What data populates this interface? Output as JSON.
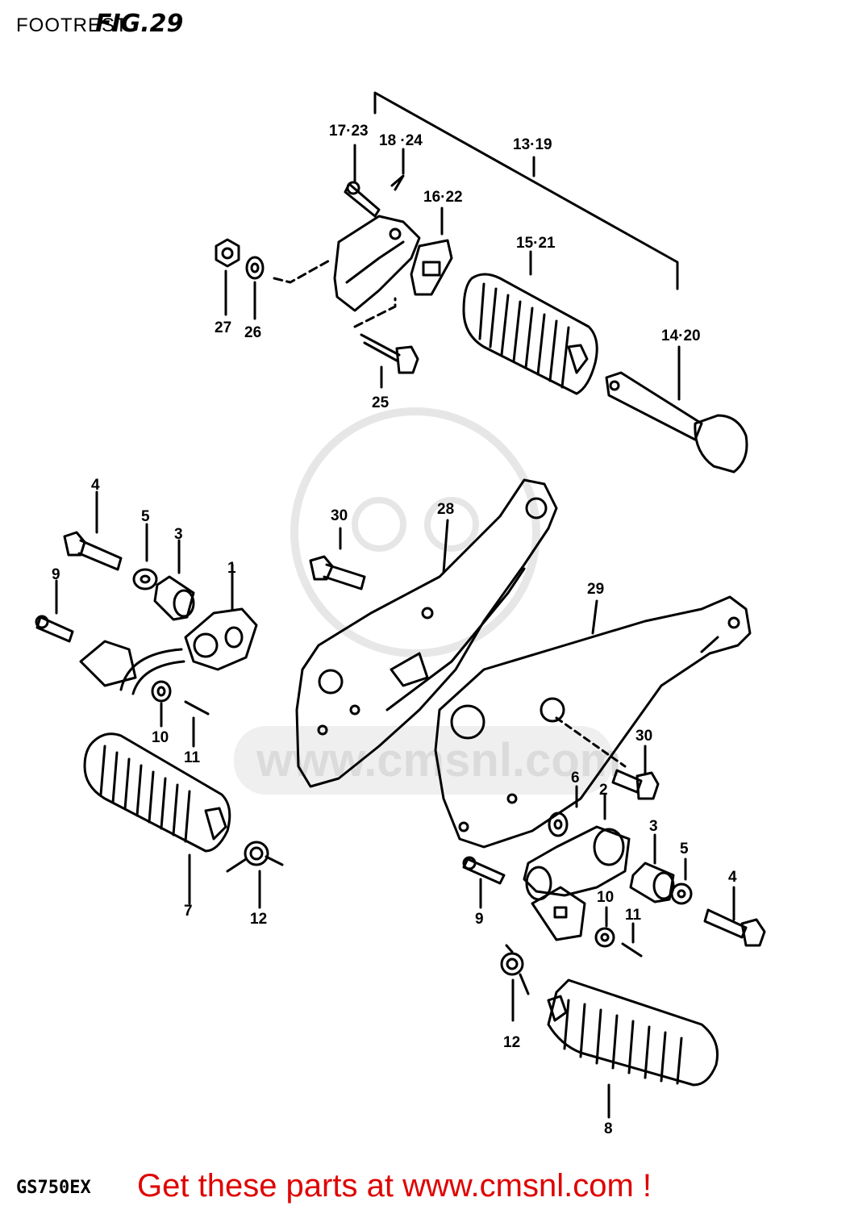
{
  "header": {
    "section": "FOOTREST",
    "figure": "FIG.29"
  },
  "footer": {
    "model": "GS750EX",
    "cta": "Get these parts at www.cmsnl.com !"
  },
  "watermark": {
    "text": "www.cmsnl.com"
  },
  "callouts": {
    "c17_23": "17·23",
    "c18_24": "18 ·24",
    "c13_19": "13·19",
    "c16_22": "16·22",
    "c15_21": "15·21",
    "c27": "27",
    "c26": "26",
    "c25": "25",
    "c14_20": "14·20",
    "c4a": "4",
    "c5a": "5",
    "c3a": "3",
    "c1": "1",
    "c9a": "9",
    "c30a": "30",
    "c28": "28",
    "c29": "29",
    "c10a": "10",
    "c11a": "11",
    "c30b": "30",
    "c6": "6",
    "c2": "2",
    "c3b": "3",
    "c5b": "5",
    "c4b": "4",
    "c7": "7",
    "c12a": "12",
    "c9b": "9",
    "c10b": "10",
    "c11b": "11",
    "c12b": "12",
    "c8": "8"
  }
}
